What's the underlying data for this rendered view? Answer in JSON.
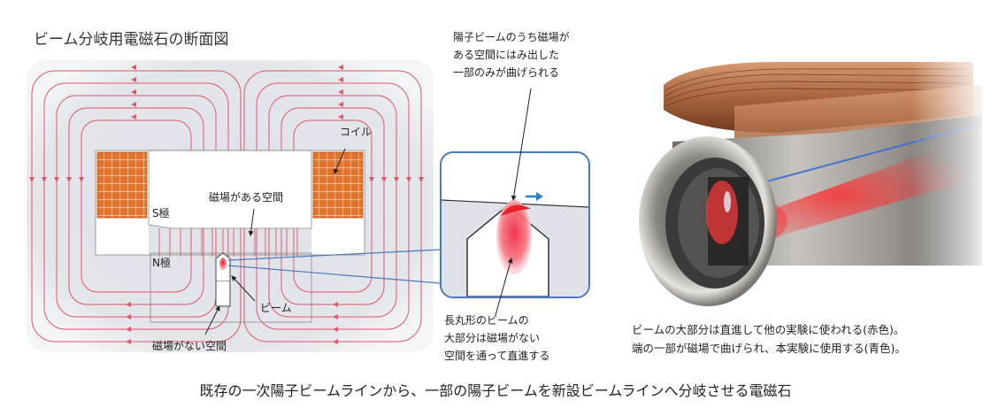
{
  "cross_section": {
    "title": "ビーム分岐用電磁石の断面図",
    "labels": {
      "coil": "コイル",
      "s_pole": "S極",
      "n_pole": "N極",
      "field_space": "磁場がある空間",
      "beam": "ビーム",
      "no_field_space": "磁場がない空間"
    }
  },
  "zoom_annotations": {
    "top": [
      "陽子ビームのうち磁場が",
      "ある空間にはみ出した",
      "一部のみが曲げられる"
    ],
    "bottom": [
      "長丸形のビームの",
      "大部分は磁場がない",
      "空間を通って直進する"
    ]
  },
  "render_description": [
    "ビームの大部分は直進して他の実験に使われる(赤色)。",
    "端の一部が磁場で曲げられ、本実験に使用する(青色)。"
  ],
  "caption": "既存の一次陽子ビームラインから、一部の陽子ビームを新設ビームラインへ分岐させる電磁石",
  "colors": {
    "field_line": "#e0566a",
    "coil_fill": "#e2732b",
    "backdrop": "#e4e7ec",
    "zoom_border": "#4a7ab8",
    "beam_red": "#e8202a",
    "beam_blue": "#3a6fd0",
    "copper": "#a8643e"
  },
  "icons": [
    "arrow-right-icon"
  ]
}
